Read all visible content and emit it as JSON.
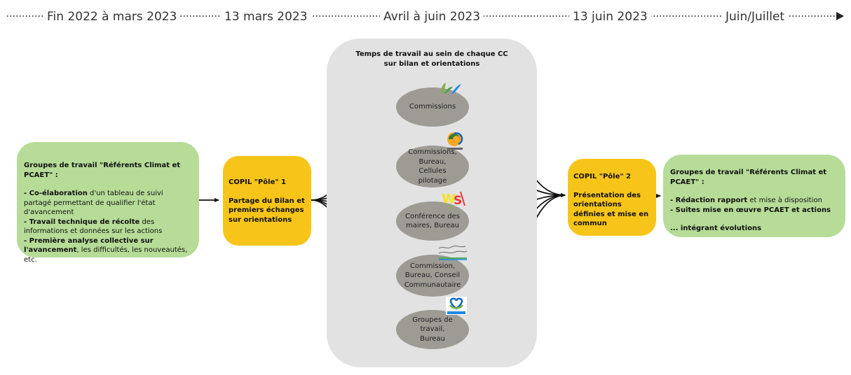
{
  "timeline": {
    "labels": [
      "Fin 2022 à mars 2023",
      "13 mars 2023",
      "Avril à juin 2023",
      "13 juin 2023",
      "Juin/Juillet"
    ]
  },
  "left_box": {
    "title": "Groupes de travail \"Référents Climat et PCAET\" :",
    "items": [
      {
        "bold": "- Co-élaboration",
        "normal": " d'un tableau de suivi partagé permettant de qualifier l'état d'avancement"
      },
      {
        "bold": "- Travail technique de récolte",
        "normal": " des informations et données sur les actions"
      },
      {
        "bold": "- Première analyse collective sur l'avancement",
        "normal": ", les difficultés, les nouveautés, etc."
      }
    ]
  },
  "copil1": {
    "title": "COPIL \"Pôle\" 1",
    "body": "Partage du Bilan et premiers échanges sur orientations"
  },
  "panel": {
    "title_line1": "Temps de travail au sein de chaque CC",
    "title_line2": "sur bilan et orientations",
    "nodes": [
      "Commissions",
      "Commissions, Bureau, Cellules pilotage",
      "Conférence des maires, Bureau",
      "Commission, Bureau, Conseil Communautaire",
      "Groupes de travail, Bureau"
    ]
  },
  "copil2": {
    "title": "COPIL \"Pôle\" 2",
    "body": "Présentation des orientations définies et mise en commun"
  },
  "right_box": {
    "title": "Groupes de travail \"Référents Climat et PCAET\" :",
    "item1_bold": "- Rédaction rapport",
    "item1_normal": " et mise à disposition",
    "item2": "- Suites mise en œuvre PCAET et actions",
    "item3": "... intégrant évolutions"
  },
  "logos": [
    "leaf-logo",
    "swirl-logo",
    "ws-logo",
    "handwritten-logo",
    "heart-logo"
  ],
  "colors": {
    "green": "#b6dc98",
    "yellow": "#f7c51a",
    "panel": "#e2e2e2",
    "ellipse": "#9e9b95"
  }
}
